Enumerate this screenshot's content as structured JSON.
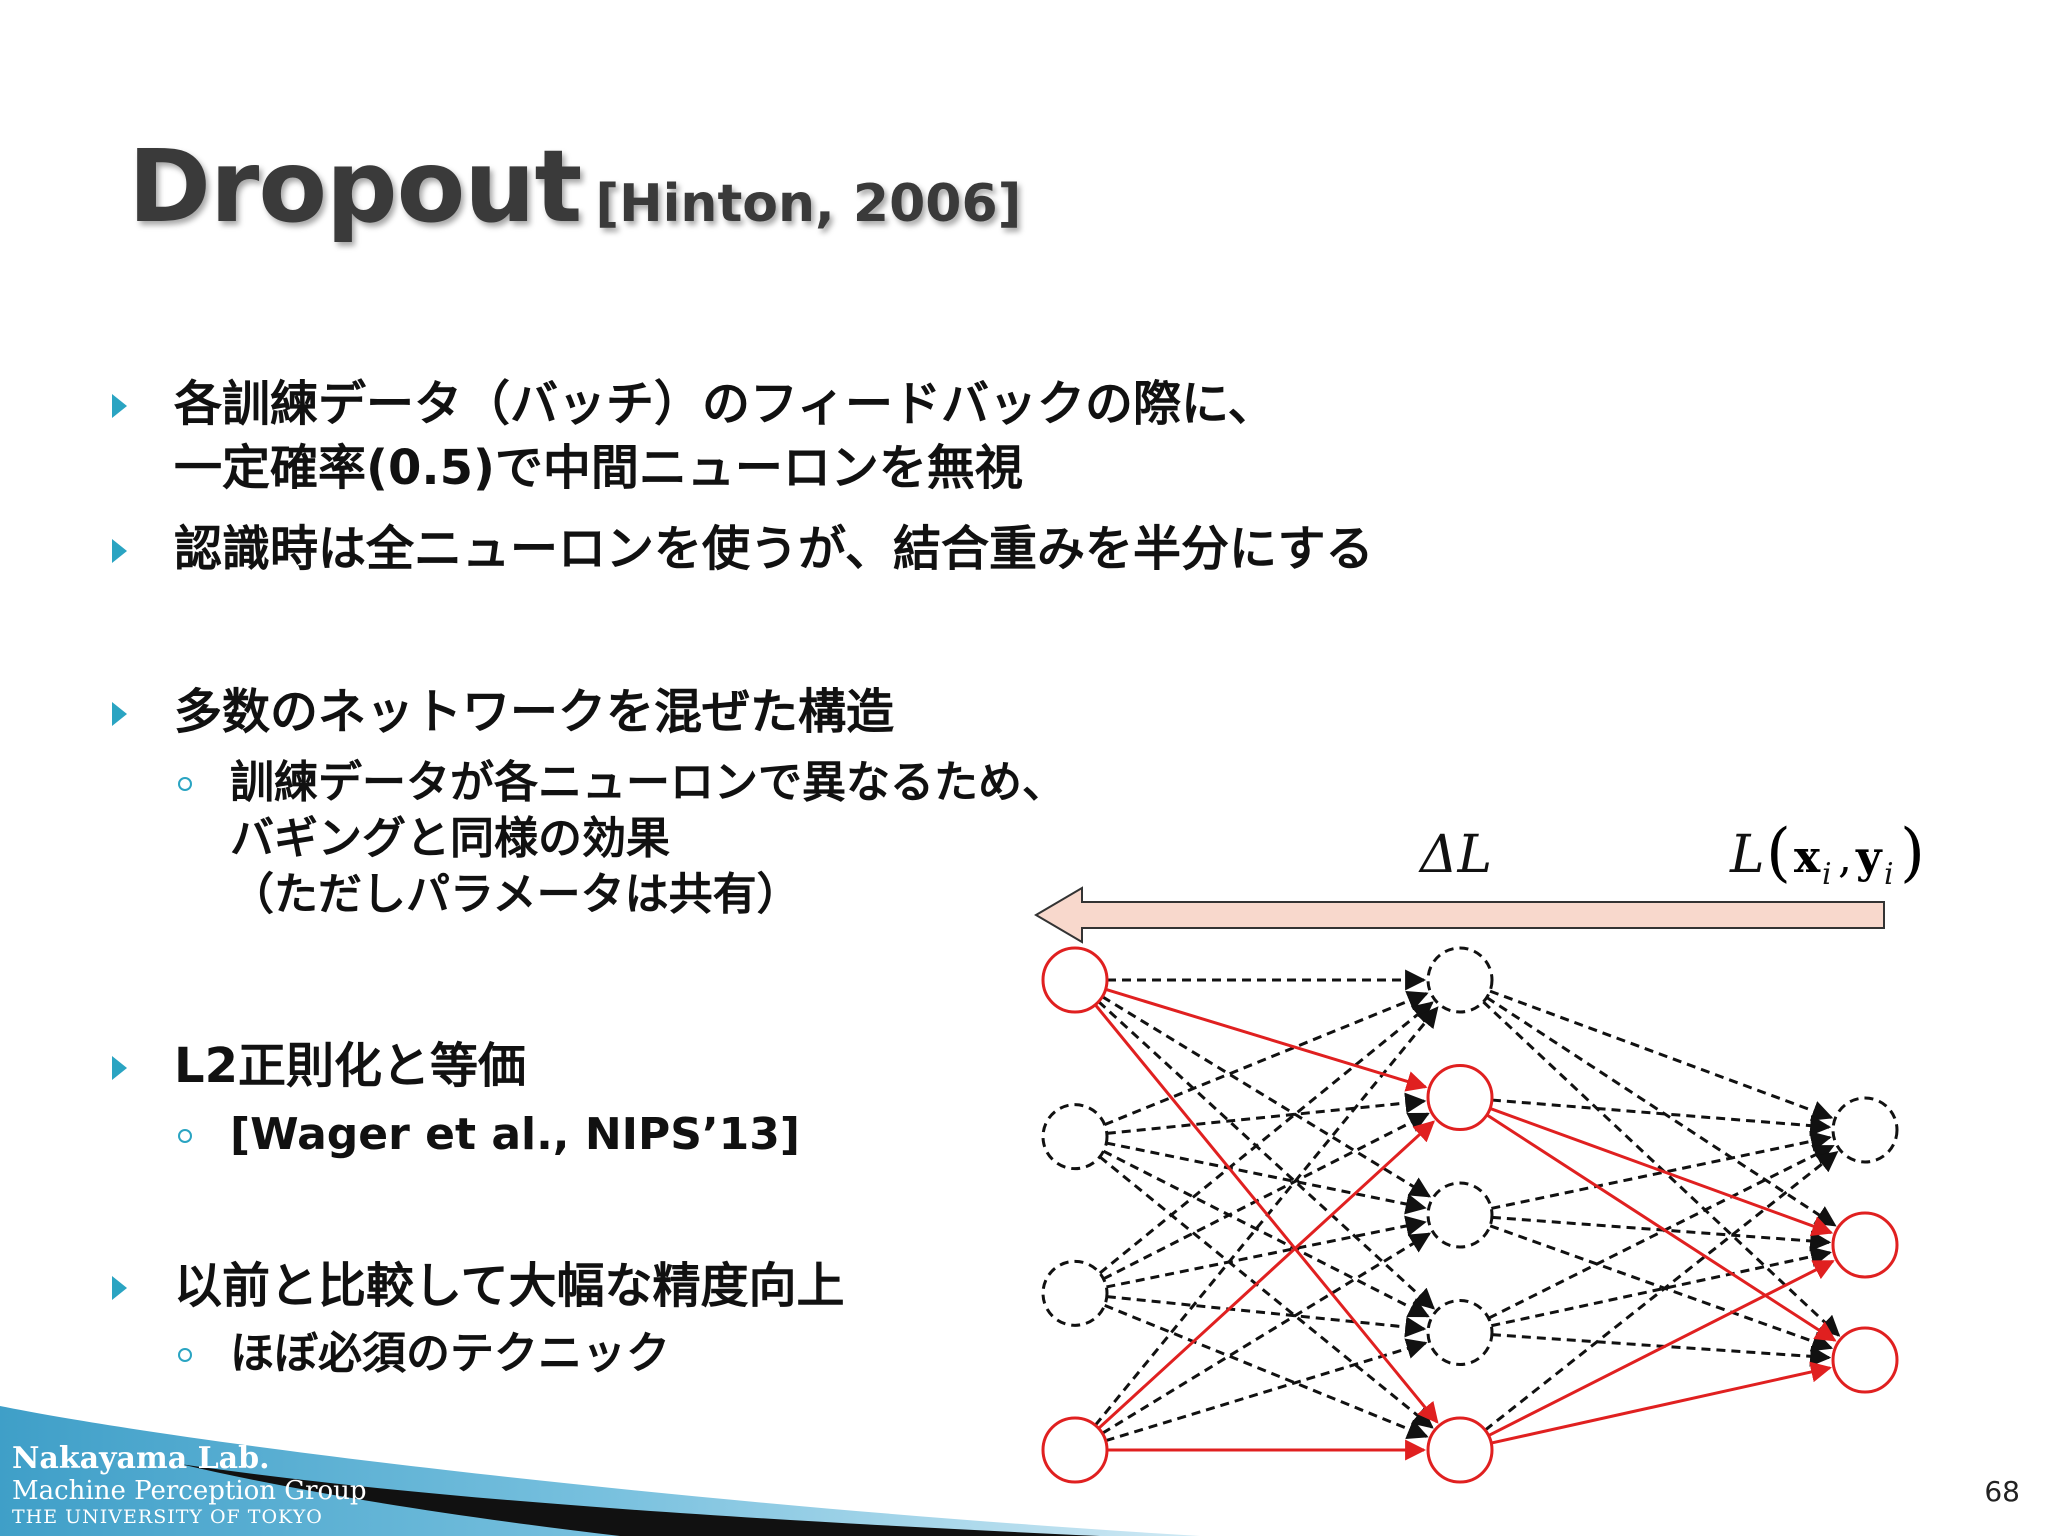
{
  "slide": {
    "title_main": "Dropout",
    "title_citation": "[Hinton, 2006]",
    "page_number": "68"
  },
  "bullets": [
    {
      "lines": [
        "各訓練データ（バッチ）のフィードバックの際に、",
        "一定確率(0.5)で中間ニューロンを無視"
      ],
      "subs": []
    },
    {
      "lines": [
        "認識時は全ニューロンを使うが、結合重みを半分にする"
      ],
      "subs": []
    },
    {
      "lines": [
        "多数のネットワークを混ぜた構造"
      ],
      "subs": [
        {
          "lines": [
            "訓練データが各ニューロンで異なるため、",
            "バギングと同様の効果",
            "（ただしパラメータは共有）"
          ]
        }
      ]
    },
    {
      "lines": [
        "L2正則化と等価"
      ],
      "subs": [
        {
          "lines": [
            "[Wager et al., NIPS’13]"
          ]
        }
      ]
    },
    {
      "lines": [
        "以前と比較して大幅な精度向上"
      ],
      "subs": [
        {
          "lines": [
            "ほぼ必須のテクニック"
          ]
        }
      ]
    }
  ],
  "diagram": {
    "delta_label": "ΔL",
    "loss_label_L": "L",
    "loss_label_x": "x",
    "loss_label_y": "y",
    "loss_label_i": "i",
    "arrow_color": "#f8d8cc",
    "active_color": "#e02020",
    "inactive_color": "#111111",
    "layers": [
      {
        "neurons": [
          {
            "active": true
          },
          {
            "active": false
          },
          {
            "active": false
          },
          {
            "active": true
          }
        ]
      },
      {
        "neurons": [
          {
            "active": false
          },
          {
            "active": true
          },
          {
            "active": false
          },
          {
            "active": false
          },
          {
            "active": true
          }
        ]
      },
      {
        "neurons": [
          {
            "active": false
          },
          {
            "active": true
          },
          {
            "active": true
          }
        ]
      }
    ]
  },
  "footer": {
    "lab_name": "Nakayama Lab.",
    "group": "Machine Perception Group",
    "university": "THE UNIVERSITY OF TOKYO",
    "band_color": "#4aa9cf"
  }
}
